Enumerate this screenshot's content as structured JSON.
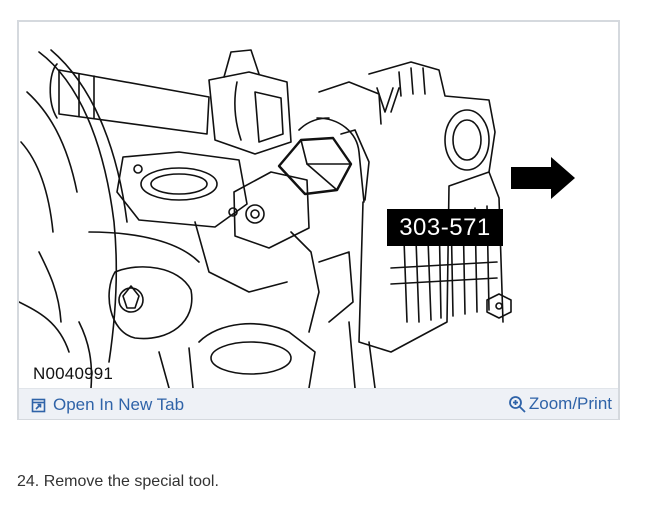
{
  "figure": {
    "figure_id": "N0040991",
    "callout_label": "303-571"
  },
  "toolbar": {
    "open_in_new_tab_label": "Open In New Tab",
    "zoom_print_label": "Zoom/Print",
    "open_icon": "open-in-new-tab-icon",
    "zoom_icon": "magnifier-zoom-icon"
  },
  "step": {
    "text": "24. Remove the special tool."
  },
  "colors": {
    "link": "#2f63a8",
    "toolbar_bg": "#eef1f6",
    "card_border": "#d5d9de",
    "callout_bg": "#000000"
  }
}
